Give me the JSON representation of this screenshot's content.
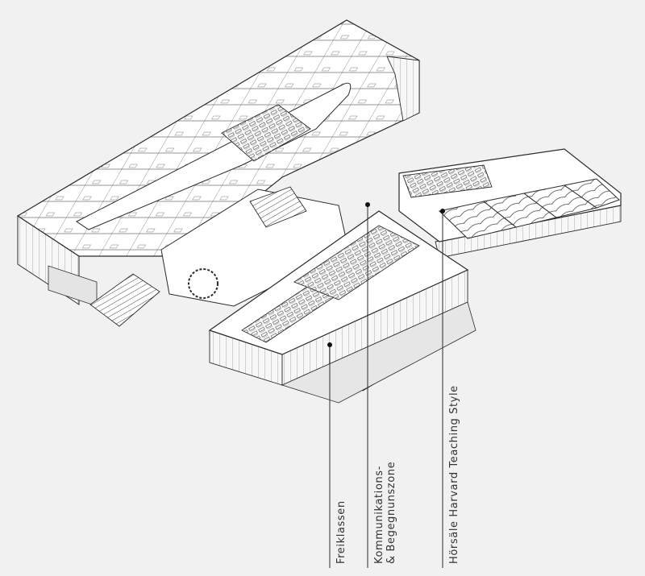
{
  "callouts": [
    {
      "id": "freiklassen",
      "lines": [
        "Freiklassen"
      ]
    },
    {
      "id": "kommunikation",
      "lines": [
        "Kommunikations-",
        "& Begegnunszone"
      ]
    },
    {
      "id": "hoersaele",
      "lines": [
        "Hörsäle Harvard Teaching Style"
      ]
    }
  ],
  "colors": {
    "background": "#f1f1f1",
    "floor": "#ffffff",
    "stroke": "#2a2a2a",
    "shade": "#d9d9d9",
    "label": "#333333"
  }
}
